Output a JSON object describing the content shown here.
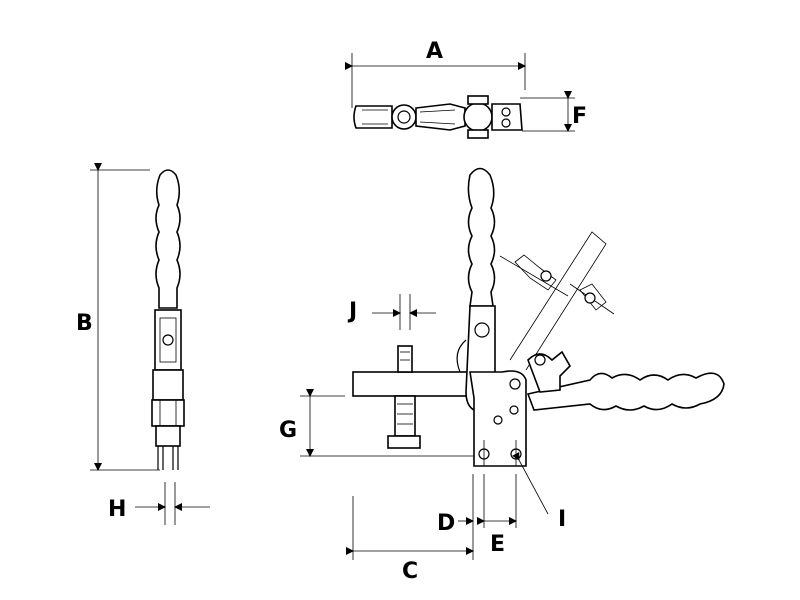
{
  "dimensions": {
    "A": "A",
    "B": "B",
    "C": "C",
    "D": "D",
    "E": "E",
    "F": "F",
    "G": "G",
    "H": "H",
    "I": "I",
    "J": "J"
  }
}
